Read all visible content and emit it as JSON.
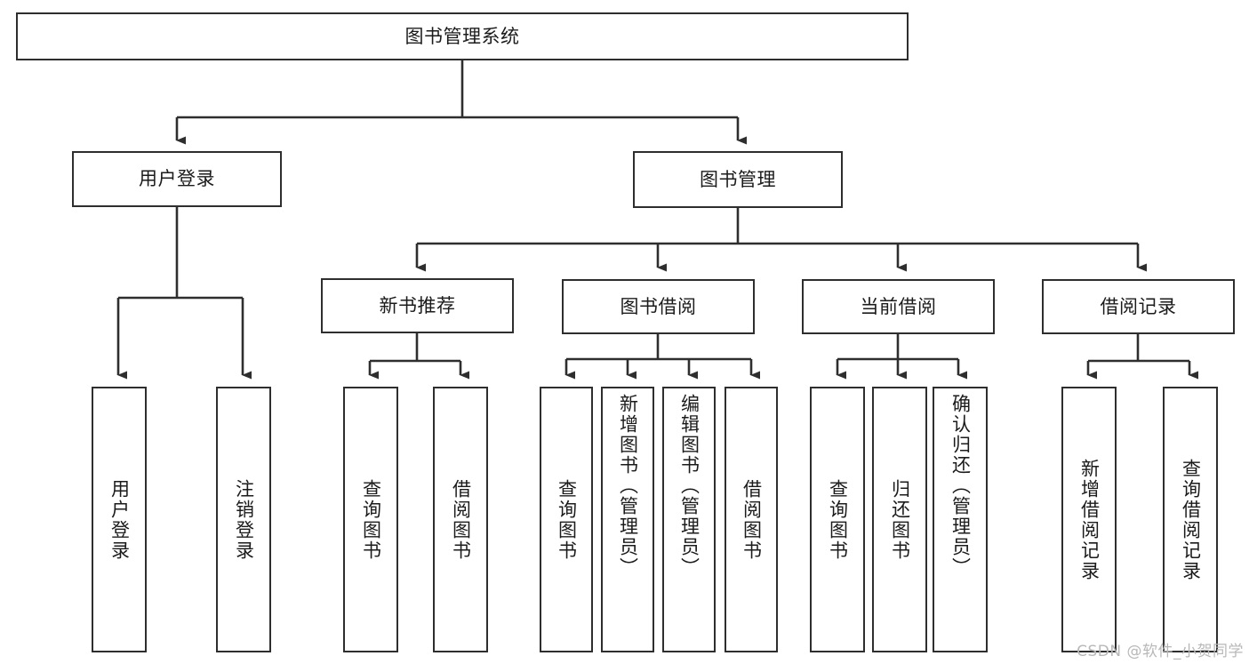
{
  "diagram": {
    "type": "tree",
    "title": "图书管理系统",
    "root": {
      "id": "root",
      "label": "图书管理系统",
      "orientation": "horizontal"
    },
    "level2": [
      {
        "id": "user-login",
        "label": "用户登录",
        "orientation": "horizontal"
      },
      {
        "id": "book-manage",
        "label": "图书管理",
        "orientation": "horizontal"
      }
    ],
    "level3": [
      {
        "id": "new-book-recommend",
        "label": "新书推荐",
        "parent": "book-manage",
        "orientation": "horizontal"
      },
      {
        "id": "book-borrow",
        "label": "图书借阅",
        "parent": "book-manage",
        "orientation": "horizontal"
      },
      {
        "id": "current-borrow",
        "label": "当前借阅",
        "parent": "book-manage",
        "orientation": "horizontal"
      },
      {
        "id": "borrow-record",
        "label": "借阅记录",
        "parent": "book-manage",
        "orientation": "horizontal"
      }
    ],
    "leaves": [
      {
        "id": "leaf-user-login",
        "label": "用户登录",
        "parent": "user-login",
        "orientation": "vertical"
      },
      {
        "id": "leaf-user-logout",
        "label": "注销登录",
        "parent": "user-login",
        "orientation": "vertical"
      },
      {
        "id": "leaf-query-book-1",
        "label": "查询图书",
        "parent": "new-book-recommend",
        "orientation": "vertical"
      },
      {
        "id": "leaf-borrow-book-1",
        "label": "借阅图书",
        "parent": "new-book-recommend",
        "orientation": "vertical"
      },
      {
        "id": "leaf-query-book-2",
        "label": "查询图书",
        "parent": "book-borrow",
        "orientation": "vertical"
      },
      {
        "id": "leaf-add-book",
        "label": "新增图书（管理员）",
        "parent": "book-borrow",
        "orientation": "vertical"
      },
      {
        "id": "leaf-edit-book",
        "label": "编辑图书（管理员）",
        "parent": "book-borrow",
        "orientation": "vertical"
      },
      {
        "id": "leaf-borrow-book-2",
        "label": "借阅图书",
        "parent": "book-borrow",
        "orientation": "vertical"
      },
      {
        "id": "leaf-query-book-3",
        "label": "查询图书",
        "parent": "current-borrow",
        "orientation": "vertical"
      },
      {
        "id": "leaf-return-book",
        "label": "归还图书",
        "parent": "current-borrow",
        "orientation": "vertical"
      },
      {
        "id": "leaf-confirm-return",
        "label": "确认归还（管理员）",
        "parent": "current-borrow",
        "orientation": "vertical"
      },
      {
        "id": "leaf-add-record",
        "label": "新增借阅记录",
        "parent": "borrow-record",
        "orientation": "vertical"
      },
      {
        "id": "leaf-query-record",
        "label": "查询借阅记录",
        "parent": "borrow-record",
        "orientation": "vertical"
      }
    ],
    "colors": {
      "stroke": "#2e2e2e",
      "fill": "#ffffff",
      "text": "#1b1b1b",
      "watermark": "#b8b8b8"
    }
  },
  "watermark": {
    "text": "CSDN @软件_小贺同学"
  }
}
